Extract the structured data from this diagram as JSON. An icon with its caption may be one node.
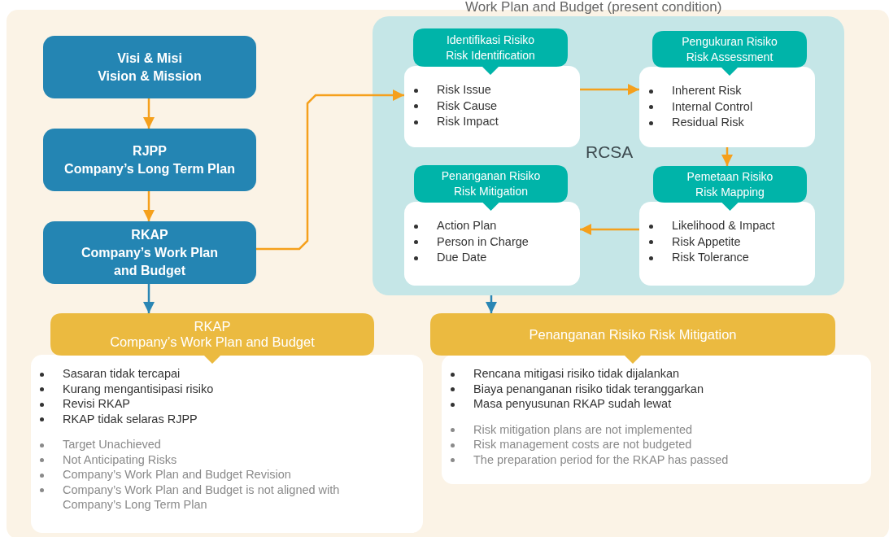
{
  "diagram": {
    "title": "Work Plan and Budget (present condition)",
    "nodes": [
      {
        "text": [
          "Visi & Misi",
          "Vision & Mission"
        ]
      },
      {
        "text": [
          "RJPP",
          "Company’s Long Term Plan"
        ]
      },
      {
        "text": [
          "RKAP",
          "Company’s Work Plan and Budget"
        ]
      },
      {
        "text": [
          "RCSA"
        ]
      },
      {
        "text": [
          "Identifikasi Risiko",
          "Risk Identification",
          "Risk Issue",
          "Risk Cause",
          "Risk Impact"
        ],
        "in": 3
      },
      {
        "text": [
          "Pengukuran Risiko",
          "Risk Assessment",
          "Inherent Risk",
          "Internal Control",
          "Residual Risk"
        ],
        "in": 3
      },
      {
        "text": [
          "Penanganan Risiko",
          "Risk Mitigation",
          "Action Plan",
          "Person in Charge",
          "Due Date"
        ],
        "in": 3
      },
      {
        "text": [
          "Pemetaan Risiko",
          "Risk Mapping",
          "Likelihood & Impact",
          "Risk Appetite",
          "Risk Tolerance"
        ],
        "in": 3
      },
      {
        "text": [
          "RKAP",
          "Company’s Work Plan and Budget",
          "Sasaran tidak tercapai",
          "Kurang mengantisipasi risiko",
          "Revisi RKAP",
          "RKAP tidak selaras RJPP",
          "Target Unachieved",
          "Not Anticipating Risks",
          "Company’s Work Plan and Budget Revision",
          "Company’s Work Plan and Budget is not aligned with Company’s Long Term Plan"
        ]
      },
      {
        "text": [
          "Penanganan Risiko Risk Mitigation",
          "Rencana mitigasi risiko tidak dijalankan",
          "Biaya penanganan risiko tidak teranggarkan",
          "Masa penyusunan RKAP sudah lewat",
          "Risk mitigation plans are not implemented",
          "Risk management costs are not budgeted",
          "The preparation period for the RKAP has passed"
        ]
      }
    ],
    "edges": [
      {
        "from": 0,
        "to": 1,
        "arrow": "to"
      },
      {
        "from": 1,
        "to": 2,
        "arrow": "to"
      },
      {
        "from": 2,
        "to": 4,
        "arrow": "to"
      },
      {
        "from": 4,
        "to": 5,
        "arrow": "to"
      },
      {
        "from": 5,
        "to": 7,
        "arrow": "to"
      },
      {
        "from": 7,
        "to": 6,
        "arrow": "to"
      },
      {
        "from": 2,
        "to": 8,
        "arrow": "to",
        "color": "#2a86b4"
      },
      {
        "from": 3,
        "to": 9,
        "arrow": "to",
        "color": "#2a86b4"
      }
    ]
  }
}
